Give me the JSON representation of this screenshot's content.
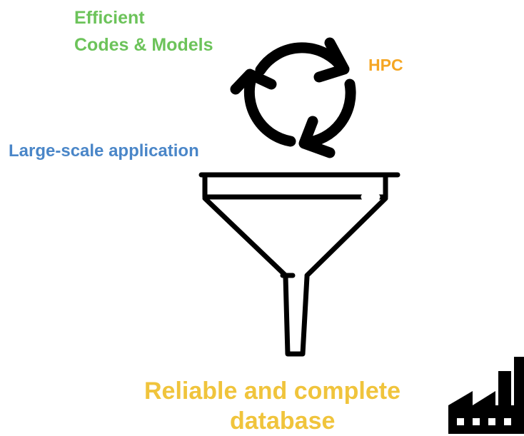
{
  "labels": {
    "efficient_line1": "Efficient",
    "efficient_line2": "Codes & Models",
    "hpc": "HPC",
    "large_scale": "Large-scale application",
    "output_line1": "Reliable and complete",
    "output_line2": "database"
  },
  "colors": {
    "efficient": "#6cc35a",
    "hpc": "#f5a623",
    "large_scale": "#4a86c8",
    "output": "#f0c43c",
    "icon": "#000000"
  },
  "icons": [
    "cycle-arrows-icon",
    "funnel-icon",
    "factory-icon"
  ]
}
